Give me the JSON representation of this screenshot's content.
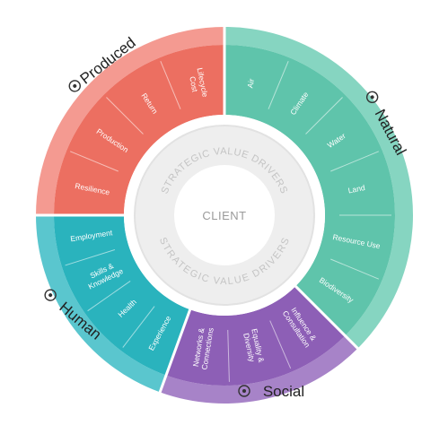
{
  "center": {
    "label": "CLIENT",
    "ring_text_top": "STRATEGIC VALUE DRIVERS",
    "ring_text_bottom": "STRATEGIC VALUE DRIVERS"
  },
  "quadrants": [
    {
      "id": "produced",
      "title": "Produced",
      "icon": "gear-icon",
      "color": "#ec6f61",
      "light": "#f49a91",
      "items": [
        "Resilience",
        "Production",
        "Return",
        "Lifecycle Cost"
      ]
    },
    {
      "id": "natural",
      "title": "Natural",
      "icon": "tree-icon",
      "color": "#5fc4ab",
      "light": "#86d5c1",
      "items": [
        "Air",
        "Climate",
        "Water",
        "Land",
        "Resource Use",
        "Biodiversity"
      ]
    },
    {
      "id": "social",
      "title": "Social",
      "icon": "handshake-icon",
      "color": "#8d5fb6",
      "light": "#a783c8",
      "items": [
        "Influence & Consultation",
        "Equality & Diversity",
        "Networks & Connections"
      ]
    },
    {
      "id": "human",
      "title": "Human",
      "icon": "person-icon",
      "color": "#2ab3bd",
      "light": "#5ac6ce",
      "items": [
        "Experience",
        "Health",
        "Skills & Knowledge",
        "Employment"
      ]
    }
  ]
}
